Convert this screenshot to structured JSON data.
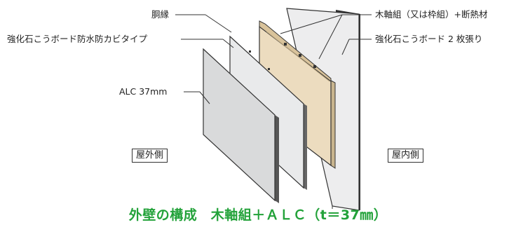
{
  "labels": {
    "furring": "胴縁",
    "gypsum_waterproof": "強化石こうボード防水防カビタイプ",
    "alc": "ALC 37mm",
    "wood_frame": "木軸組（又は枠組）+断熱材",
    "gypsum_double": "強化石こうボード 2 枚張り"
  },
  "sides": {
    "exterior": "屋外側",
    "interior": "屋内側"
  },
  "caption": "外壁の構成　木軸組＋ＡＬＣ（t＝37㎜）",
  "colors": {
    "caption": "#23a23a",
    "alc_panel": "#d9dadb",
    "gypsum_panel": "#e9eaeb",
    "wood": "#ecdcbf"
  }
}
